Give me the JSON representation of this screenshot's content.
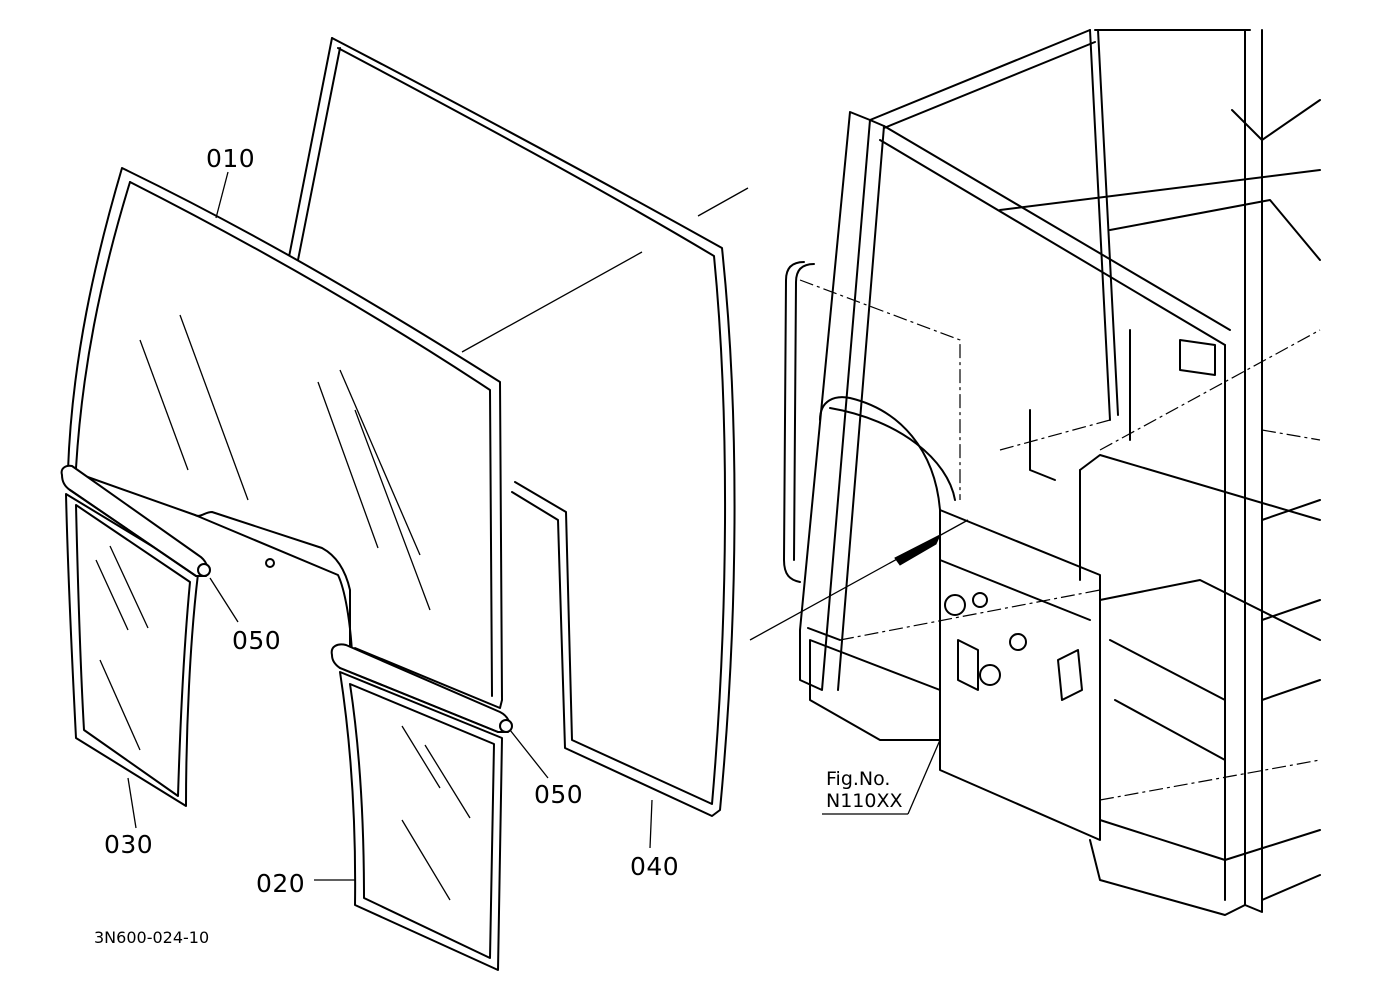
{
  "callouts": {
    "p010": "010",
    "p020": "020",
    "p030": "030",
    "p040": "040",
    "p050a": "050",
    "p050b": "050"
  },
  "figure_reference": {
    "line1": "Fig.No.",
    "line2": "N110XX"
  },
  "drawing_number": "3N600-024-10",
  "icons": {
    "windshield_glass": "front-glass-panel",
    "weatherstrip": "rubber-seal-outline",
    "lower_glass_right": "lower-right-glass",
    "lower_glass_left": "lower-left-glass",
    "joint_molding": "h-joint-molding",
    "cab_frame": "tractor-cab-frame"
  }
}
